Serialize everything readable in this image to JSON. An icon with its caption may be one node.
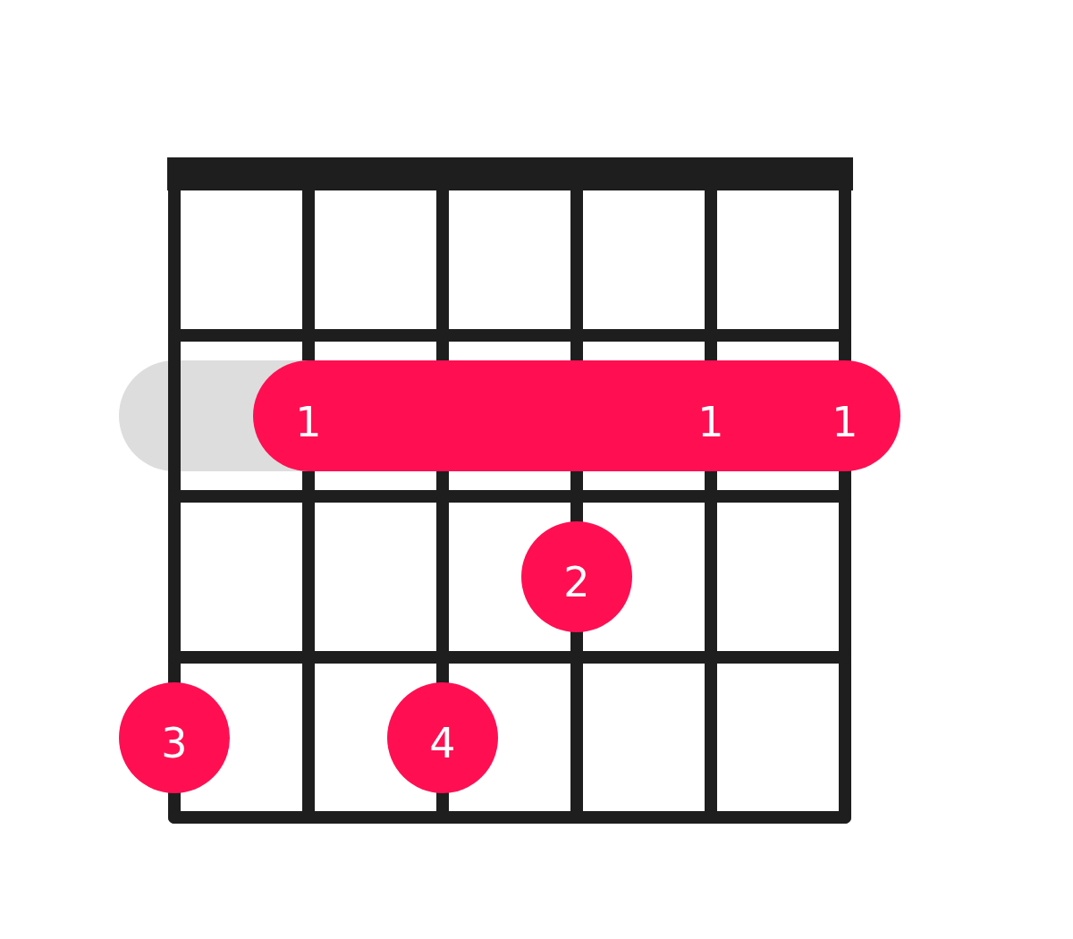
{
  "diagram": {
    "nodes": [
      {
        "text": [],
        "shape": "bar"
      },
      {
        "text": [
          "1",
          "1",
          "1"
        ]
      },
      {
        "text": [
          "2"
        ]
      },
      {
        "text": [
          "3"
        ]
      },
      {
        "text": [
          "4"
        ]
      }
    ]
  }
}
